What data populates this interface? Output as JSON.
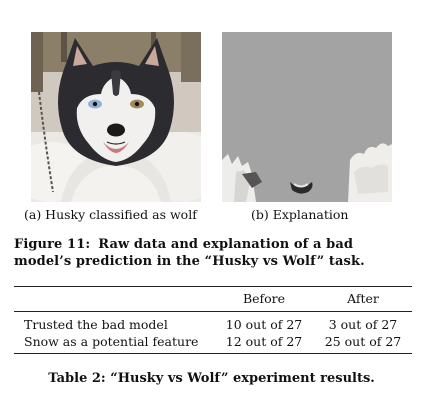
{
  "figure": {
    "panels": [
      {
        "caption": "(a) Husky classified as wolf",
        "image": "husky-photo"
      },
      {
        "caption": "(b) Explanation",
        "image": "explanation-mask"
      }
    ],
    "label": "Figure 11:",
    "caption": "Raw data and explanation of a bad model’s prediction in the “Husky vs Wolf” task."
  },
  "table": {
    "headers": [
      "",
      "Before",
      "After"
    ],
    "rows": [
      [
        "Trusted the bad model",
        "10 out of 27",
        "3 out of 27"
      ],
      [
        "Snow as a potential feature",
        "12 out of 27",
        "25 out of 27"
      ]
    ],
    "caption": "Table 2: “Husky vs Wolf” experiment results."
  },
  "colors": {
    "mask_gray": "#a3a3a3",
    "snow": "#eeeeee",
    "fur_dark": "#2b2b30",
    "eye_blue": "#8fb4d6"
  }
}
